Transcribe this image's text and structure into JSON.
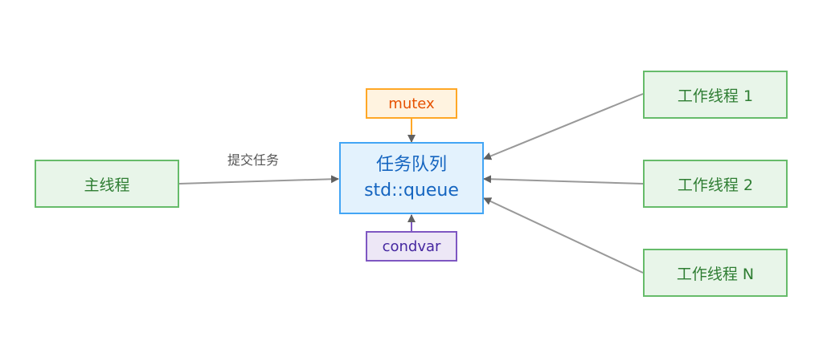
{
  "diagram": {
    "nodes": {
      "main_thread": "主线程",
      "task_queue_title": "任务队列",
      "task_queue_subtitle": "std::queue",
      "mutex": "mutex",
      "condvar": "condvar",
      "worker_1": "工作线程 1",
      "worker_2": "工作线程 2",
      "worker_n": "工作线程 N"
    },
    "edges": [
      {
        "from": "main_thread",
        "to": "task_queue",
        "label": "提交任务"
      },
      {
        "from": "mutex",
        "to": "task_queue",
        "label": ""
      },
      {
        "from": "condvar",
        "to": "task_queue",
        "label": ""
      },
      {
        "from": "worker_1",
        "to": "task_queue",
        "label": ""
      },
      {
        "from": "worker_2",
        "to": "task_queue",
        "label": ""
      },
      {
        "from": "worker_n",
        "to": "task_queue",
        "label": ""
      }
    ],
    "colors": {
      "thread_fill": "#e8f5e9",
      "thread_border": "#66bb6a",
      "queue_fill": "#e3f2fd",
      "queue_border": "#42a5f5",
      "mutex_fill": "#fff3e0",
      "mutex_border": "#ffa726",
      "condvar_fill": "#ede7f6",
      "condvar_border": "#7e57c2",
      "edge": "#999999",
      "arrowhead": "#616161"
    }
  }
}
